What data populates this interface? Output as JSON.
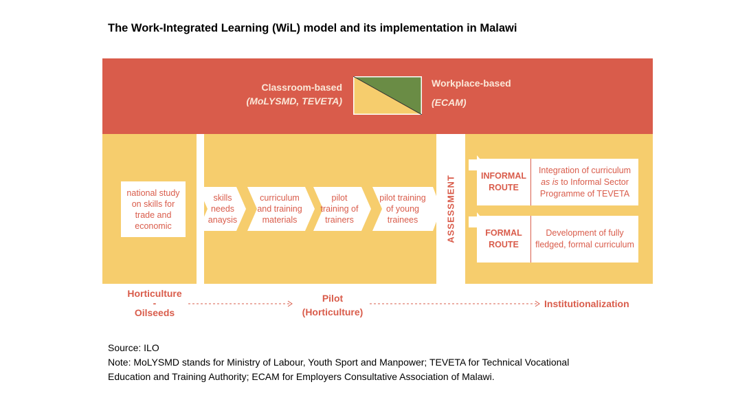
{
  "title": "The Work-Integrated Learning (WiL) model and its implementation in Malawi",
  "header": {
    "classroom": {
      "line1": "Classroom-based",
      "line2": "(MoLYSMD, TEVETA)"
    },
    "workplace": {
      "line1": "Workplace-based",
      "line2": "(ECAM)"
    }
  },
  "colors": {
    "red": "#d95c4b",
    "yellow": "#f6cd6d",
    "green": "#6a8c45",
    "white": "#ffffff"
  },
  "flow": {
    "study": "national study on skills for trade and economic",
    "steps": [
      {
        "label": "skills needs anaysis"
      },
      {
        "label": "curriculum and training materials"
      },
      {
        "label": "pilot training of trainers"
      },
      {
        "label": "pilot training of young trainees"
      }
    ],
    "assessment": "ASSESSMENT",
    "routes": [
      {
        "name": "INFORMAL ROUTE",
        "desc_pre": "Integration of curriculum",
        "desc_italic": "as is",
        "desc_post": "to Informal Sector Programme of TEVETA"
      },
      {
        "name": "FORMAL ROUTE",
        "desc": "Development of fully fledged, formal curriculum"
      }
    ]
  },
  "timeline": {
    "left": {
      "line1": "Horticulture",
      "line2": "-",
      "line3": "Oilseeds"
    },
    "middle": {
      "line1": "Pilot",
      "line2": "(Horticulture)"
    },
    "right": "Institutionalization"
  },
  "notes": {
    "source": "Source: ILO",
    "note_line1": "Note: MoLYSMD stands for Ministry of Labour, Youth Sport and Manpower; TEVETA for Technical Vocational",
    "note_line2": "Education and Training Authority; ECAM for Employers Consultative Association of Malawi."
  }
}
